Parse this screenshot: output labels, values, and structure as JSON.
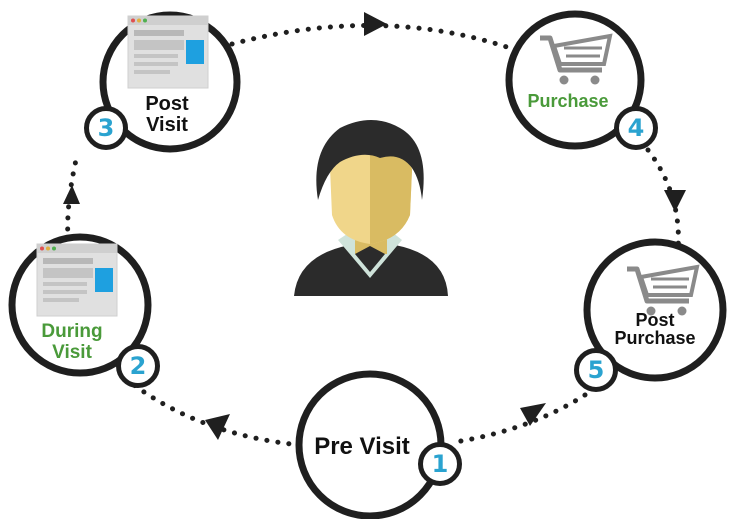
{
  "colors": {
    "ring": "#1f1f1f",
    "accent_green": "#4a9a3a",
    "accent_blue": "#2aa3d0",
    "text_dark": "#111111",
    "skin": "#f0d68a",
    "skin_shade": "#d9bb62",
    "collar": "#cfe3da",
    "cart_gray": "#8a8a8a"
  },
  "stages": [
    {
      "number": "1",
      "label_lines": [
        "Pre Visit"
      ],
      "label_color": "dark",
      "icon": "none"
    },
    {
      "number": "2",
      "label_lines": [
        "During",
        "Visit"
      ],
      "label_color": "green",
      "icon": "browser-window-icon"
    },
    {
      "number": "3",
      "label_lines": [
        "Post",
        "Visit"
      ],
      "label_color": "dark",
      "icon": "browser-window-icon"
    },
    {
      "number": "4",
      "label_lines": [
        "Purchase"
      ],
      "label_color": "green",
      "icon": "shopping-cart-icon"
    },
    {
      "number": "5",
      "label_lines": [
        "Post",
        "Purchase"
      ],
      "label_color": "dark",
      "icon": "shopping-cart-icon"
    }
  ],
  "center_icon": "user-avatar-icon"
}
